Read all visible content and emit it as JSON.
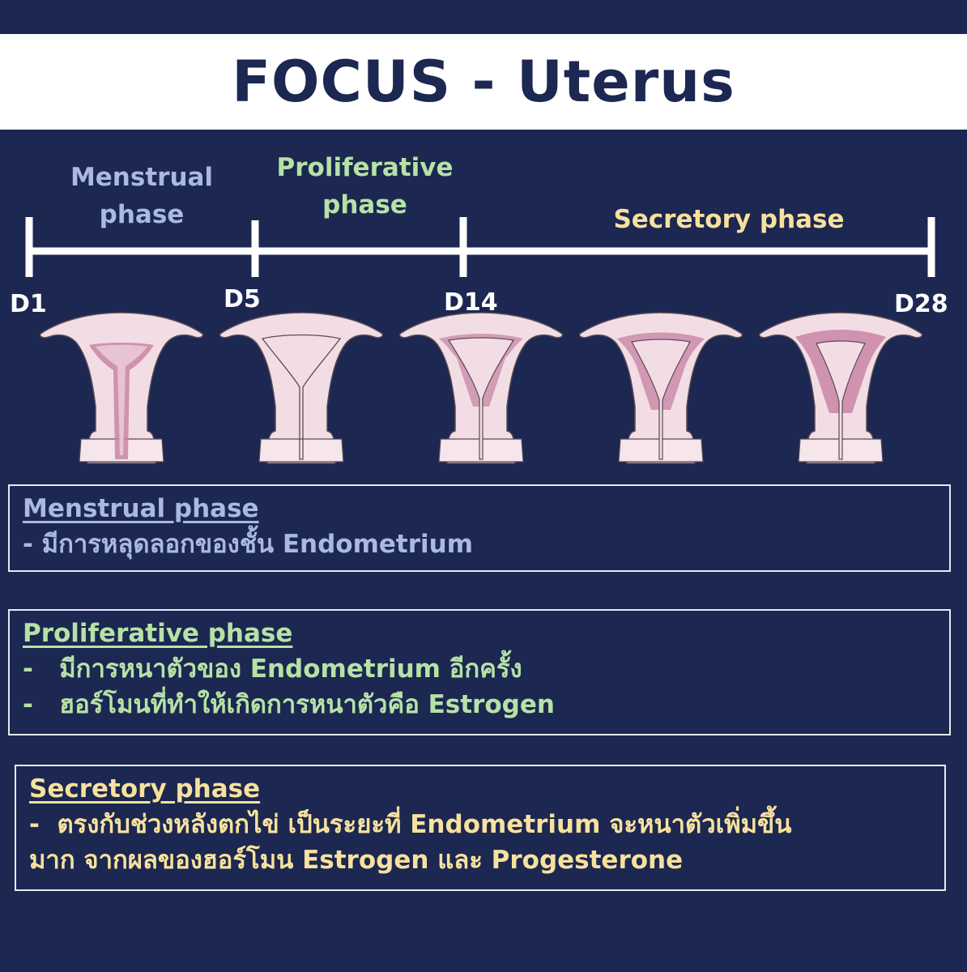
{
  "title": "FOCUS - Uterus",
  "phases": {
    "menstrual": {
      "label_line1": "Menstrual",
      "label_line2": "phase",
      "color": "#aab8e6"
    },
    "proliferative": {
      "label_line1": "Proliferative",
      "label_line2": "phase",
      "color": "#b6e2a6"
    },
    "secretory": {
      "label": "Secretory phase",
      "color": "#f7e19c"
    }
  },
  "days": [
    "D1",
    "D5",
    "D14",
    "D28"
  ],
  "uterus_stages": [
    {
      "stage": "menstrual",
      "lining": "thick-shedding"
    },
    {
      "stage": "early-proliferative",
      "lining": "thin"
    },
    {
      "stage": "late-proliferative",
      "lining": "thickening"
    },
    {
      "stage": "early-secretory",
      "lining": "thick"
    },
    {
      "stage": "late-secretory",
      "lining": "thickest"
    }
  ],
  "boxes": {
    "menstrual": {
      "title": "Menstrual phase",
      "lines": [
        "- มีการหลุดลอกของชั้น Endometrium"
      ]
    },
    "proliferative": {
      "title": "Proliferative phase",
      "lines": [
        "-   มีการหนาตัวของ Endometrium อีกครั้ง",
        "-   ฮอร์โมนที่ทำให้เกิดการหนาตัวคือ Estrogen"
      ]
    },
    "secretory": {
      "title": "Secretory phase",
      "lines": [
        "-  ตรงกับช่วงหลังตกไข่ เป็นระยะที่ Endometrium จะหนาตัวเพิ่มขึ้น",
        "มาก จากผลของฮอร์โมน Estrogen และ Progesterone"
      ]
    }
  },
  "colors": {
    "background": "#1c2752",
    "uterus_fill": "#f3dde5",
    "uterus_lining": "#c886a6"
  }
}
